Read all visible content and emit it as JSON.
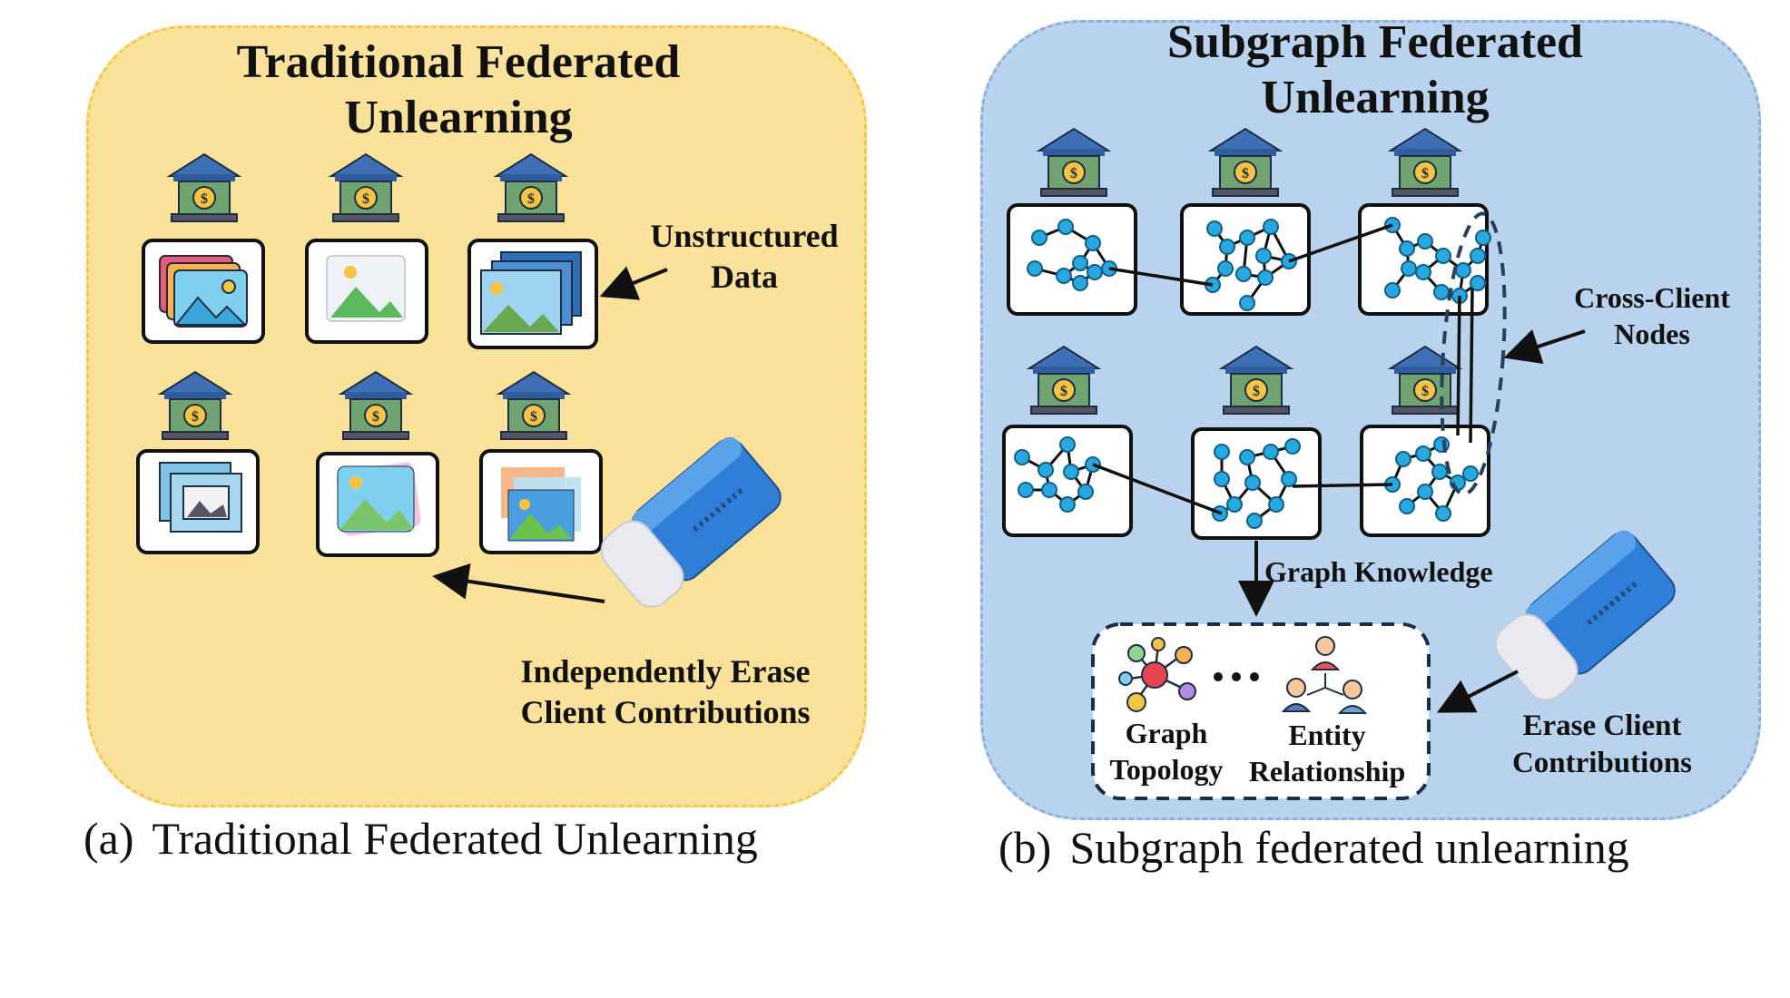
{
  "panel_a": {
    "title_line1": "Traditional Federated",
    "title_line2": "Unlearning",
    "unstructured_line1": "Unstructured",
    "unstructured_line2": "Data",
    "erase_line1": "Independently Erase",
    "erase_line2": "Client Contributions"
  },
  "panel_b": {
    "title_line1": "Subgraph Federated",
    "title_line2": "Unlearning",
    "cross_line1": "Cross-Client",
    "cross_line2": "Nodes",
    "graph_knowledge": "Graph Knowledge",
    "topology_line1": "Graph",
    "topology_line2": "Topology",
    "entity_line1": "Entity",
    "entity_line2": "Relationship",
    "erase_line1": "Erase Client",
    "erase_line2": "Contributions"
  },
  "captions": {
    "a_tag": "(a)",
    "a_text": "Traditional Federated Unlearning",
    "b_tag": "(b)",
    "b_text": "Subgraph federated unlearning"
  },
  "icons": {
    "bank": "bank-icon",
    "image": "image-stack-icon",
    "graph": "graph-network-icon",
    "eraser": "eraser-icon",
    "topology": "topology-icon",
    "people": "people-relationship-icon"
  },
  "colors": {
    "panel_a_fill": "#fbe29a",
    "panel_b_fill": "#b9d3ee",
    "node": "#29a8e0",
    "eraser": "#2f7fd8"
  }
}
